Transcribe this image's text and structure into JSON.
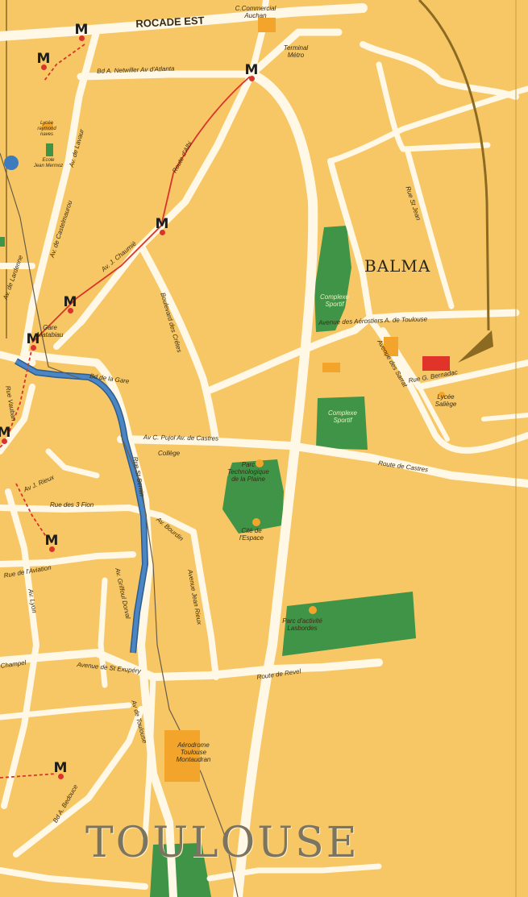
{
  "map": {
    "colors": {
      "land": "#f7c765",
      "road": "#fff8e6",
      "park": "#3f9447",
      "river": "#4b86c4",
      "metro_line": "#d9342b",
      "poi": "#f3a52b"
    },
    "city": "TOULOUSE",
    "town": "BALMA",
    "ring_road": "ROCADE EST",
    "metro_station_icon": "M",
    "places": {
      "c_commercial": "C.Commercial\nAuchan",
      "terminal_metro": "Terminal\nMétro",
      "lycee_raymond": "Lycée\nraymond naves",
      "ecole_jean": "Ecole\nJean Mermoz",
      "gare": "Gare\nMatabiau",
      "college": "Collège",
      "parc_techno": "Parc\nTechnologique\nde la Plaine",
      "cite_espace": "Cité de\nl'Espace",
      "parc_activite": "Parc d'activité\nLasbordes",
      "complexe1": "Complexe\nSportif",
      "complexe2": "Complexe\nSportif",
      "lycee_saliege": "Lycée\nSaliège",
      "aerodrome": "Aérodrome\nToulouse\nMontaudran"
    },
    "streets": {
      "av_atlanta": "Bd A. Netwiller   Av d'Atlanta",
      "av_atlanta_2": "Av. d'Atlanta",
      "route_albi": "Route d'Albi",
      "av_j_chaumie": "Av. J. Chaumié",
      "av_lerouge": "Av. de Lavaur",
      "av_collonge": "Av. de Castelmaurou",
      "bd_marengo": "Bd de la Gare",
      "av_montrond": "Av C. Pujol   Av. de Castres",
      "route_castres": "Route de Castres",
      "rue_deleuil": "Rue des 3 Fion",
      "boulevard_crete": "Boulevard des Crêtes",
      "av_aerostiers": "Avenue des Aérostiers   A. de Toulouse",
      "rue_bernadac": "Rue G. Bernadac",
      "av_sarrat": "Avenue des Sarrat",
      "av_goudouli": "Rue St Jean",
      "av_saint_exupery": "Avenue de St Exupéry",
      "route_revel": "Route de Revel",
      "av_aviation": "Avenue Jean Rieux",
      "av_tournebiaud": "Av de Toulouse",
      "bd_griffoul": "Av. Griffoul Dorval",
      "av_h_bessiere": "Rue St Sernin",
      "av_j_rieux": "Av. Bourdin",
      "av_l_serres": "Av J. Rieux",
      "av_lyon": "Av. Lyon",
      "rue_amat": "Rue de l'Aviation",
      "rue_caraman": "Rue Vauban",
      "bd_francois": "Bd A. Bedouce",
      "av_larrey": "Av. de Lardenne",
      "champel": "Champel"
    }
  }
}
